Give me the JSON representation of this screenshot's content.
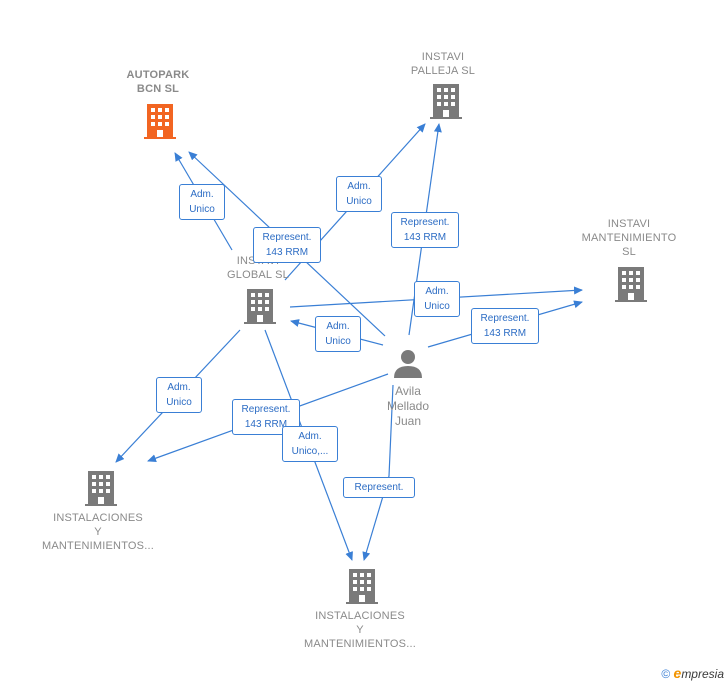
{
  "nodes": {
    "autopark": {
      "lines": [
        "AUTOPARK",
        "BCN  SL"
      ],
      "color": "#f26522"
    },
    "palleja": {
      "lines": [
        "INSTAVI",
        "PALLEJA SL"
      ],
      "color": "#7a7a7a"
    },
    "mantenimiento_sl": {
      "lines": [
        "INSTAVI",
        "MANTENIMIENTO",
        "SL"
      ],
      "color": "#7a7a7a"
    },
    "global": {
      "lines": [
        "INSTAVI",
        "GLOBAL  SL"
      ],
      "color": "#7a7a7a"
    },
    "inst_left": {
      "lines": [
        "INSTALACIONES",
        "Y",
        "MANTENIMIENTOS..."
      ],
      "color": "#7a7a7a"
    },
    "inst_bottom": {
      "lines": [
        "INSTALACIONES",
        "Y",
        "MANTENIMIENTOS..."
      ],
      "color": "#7a7a7a"
    },
    "person": {
      "lines": [
        "Avila",
        "Mellado",
        "Juan"
      ],
      "color": "#7a7a7a"
    }
  },
  "edges": [
    {
      "id": "e1",
      "lines": [
        "Adm.",
        "Unico"
      ]
    },
    {
      "id": "e2",
      "lines": [
        "Represent.",
        "143 RRM"
      ]
    },
    {
      "id": "e3",
      "lines": [
        "Adm.",
        "Unico"
      ]
    },
    {
      "id": "e4",
      "lines": [
        "Represent.",
        "143 RRM"
      ]
    },
    {
      "id": "e5",
      "lines": [
        "Adm.",
        "Unico"
      ]
    },
    {
      "id": "e6",
      "lines": [
        "Represent.",
        "143 RRM"
      ]
    },
    {
      "id": "e7",
      "lines": [
        "Adm.",
        "Unico"
      ]
    },
    {
      "id": "e8",
      "lines": [
        "Adm.",
        "Unico"
      ]
    },
    {
      "id": "e9",
      "lines": [
        "Represent.",
        "143 RRM"
      ]
    },
    {
      "id": "e10",
      "lines": [
        "Adm.",
        "Unico,..."
      ]
    },
    {
      "id": "e11",
      "lines": [
        "Represent."
      ]
    }
  ],
  "colors": {
    "edge": "#3a7fd5",
    "building": "#7a7a7a",
    "highlight": "#f26522"
  },
  "footer": {
    "copyright": "©",
    "brand_initial": "e",
    "brand_rest": "mpresia"
  }
}
